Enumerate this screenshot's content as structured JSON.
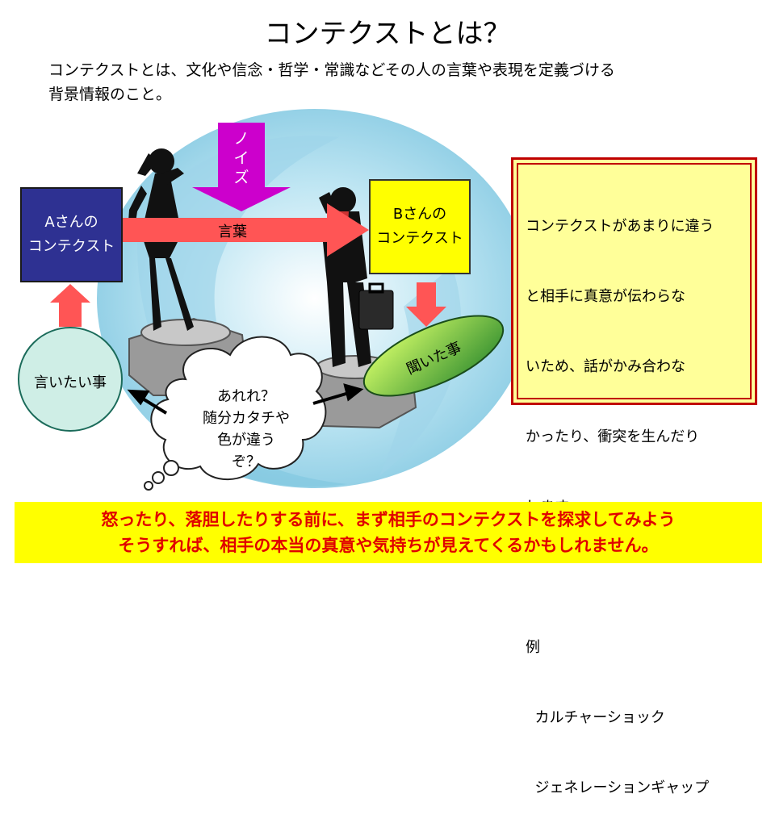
{
  "title": "コンテクストとは？",
  "intro": {
    "line1": "コンテクストとは、文化や信念・哲学・常識などその人の言葉や表現を定義づける",
    "line2": "背景情報のこと。"
  },
  "diagram": {
    "context_a": {
      "line1": "Aさんの",
      "line2": "コンテクスト"
    },
    "context_b": {
      "line1": "Bさんの",
      "line2": "コンテクスト"
    },
    "noise": [
      "ノ",
      "イ",
      "ズ"
    ],
    "words": "言葉",
    "want_to_say": "言いたい事",
    "heard": "聞いた事",
    "thought": {
      "line1": "あれれ？",
      "line2": "随分カタチや",
      "line3": "色が違う",
      "line4": "ぞ？"
    }
  },
  "note": {
    "lines": [
      "コンテクストがあまりに違う",
      "と相手に真意が伝わらな",
      "いため、話がかみ合わな",
      "かったり、衝突を生んだり",
      "します。",
      "",
      "例",
      "  カルチャーショック",
      "  ジェネレーションギャップ"
    ]
  },
  "banner": {
    "line1": "怒ったり、落胆したりする前に、まず相手のコンテクストを探求してみよう",
    "line2": "そうすれば、相手の本当の真意や気持ちが見えてくるかもしれません。"
  },
  "colors": {
    "context_a_bg": "#2e3192",
    "context_b_bg": "#ffff00",
    "noise_arrow": "#cc00cc",
    "words_arrow": "#ff5555",
    "note_border": "#c00000",
    "note_bg": "#ffff99",
    "banner_bg": "#ffff00",
    "banner_text": "#e00000"
  }
}
